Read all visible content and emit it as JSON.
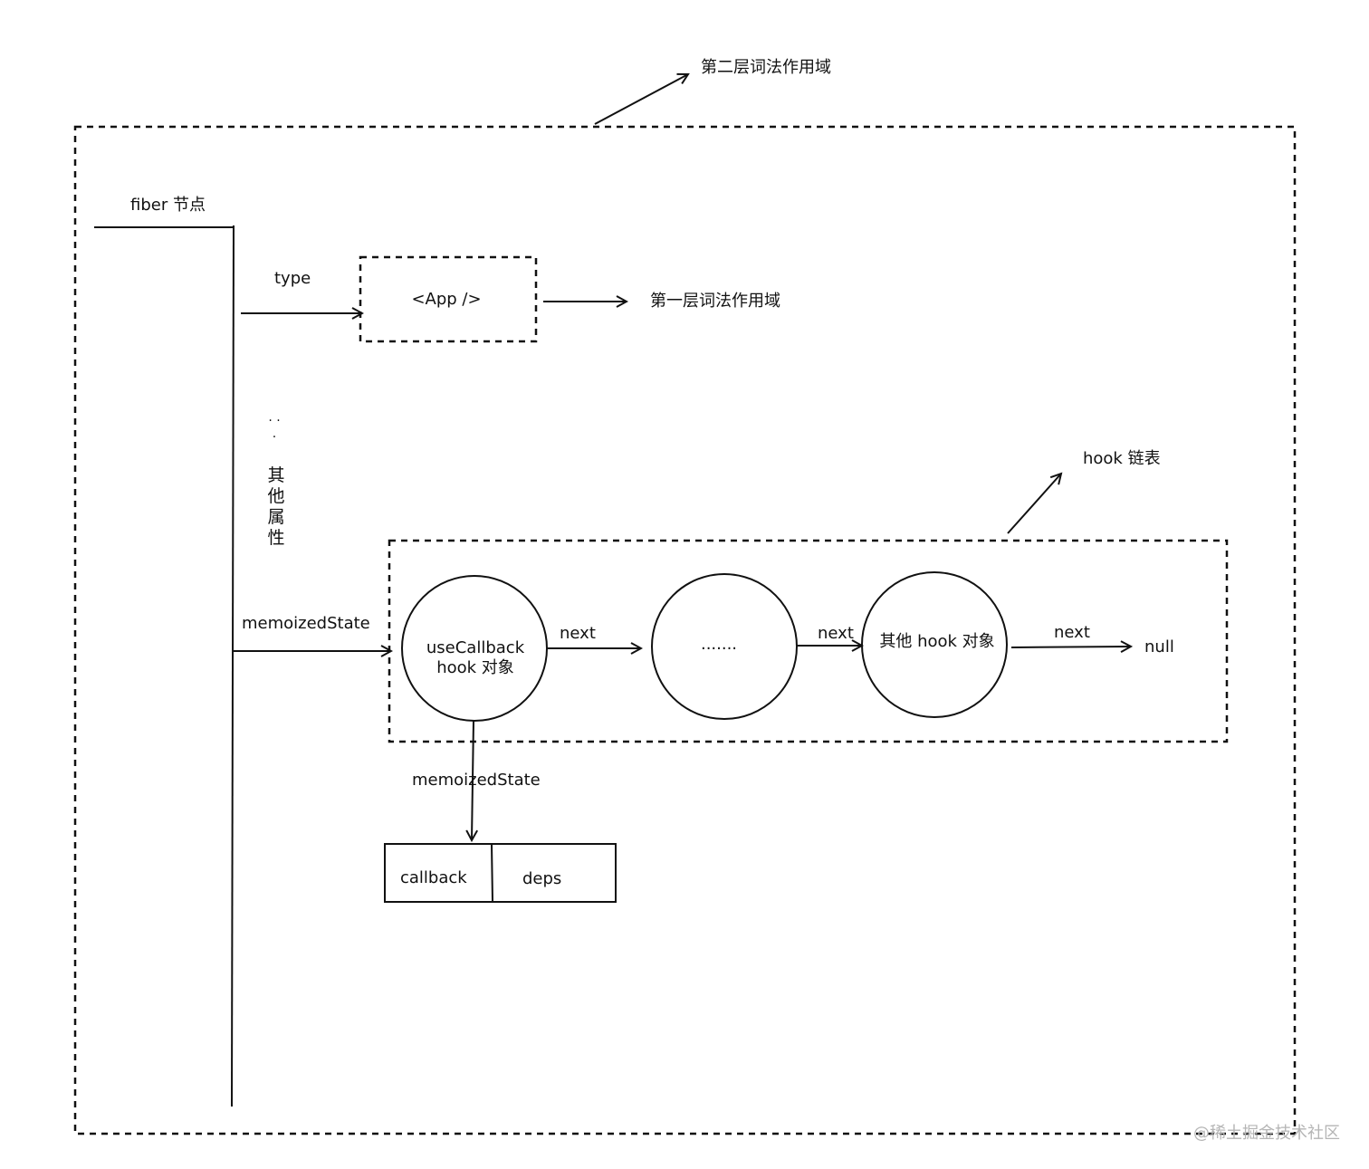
{
  "labels": {
    "outer_scope": "第二层词法作用域",
    "fiber_node": "fiber 节点",
    "type": "type",
    "app_component": "<App />",
    "inner_scope": "第一层词法作用域",
    "other_dots": "·  ·  ·",
    "other_props": "其他属性",
    "hook_list": "hook 链表",
    "memoized_state_fiber": "memoizedState",
    "hook1_line1": "useCallback",
    "hook1_line2": "hook 对象",
    "next1": "next",
    "ellipsis_node": ".......",
    "next2": "next",
    "other_hook": "其他 hook 对象",
    "next3": "next",
    "null": "null",
    "memoized_state_hook": "memoizedState",
    "callback": "callback",
    "deps": "deps"
  },
  "watermark": "@稀土掘金技术社区",
  "colors": {
    "stroke": "#111111",
    "background": "#ffffff",
    "watermark": "#b5b5b5"
  }
}
